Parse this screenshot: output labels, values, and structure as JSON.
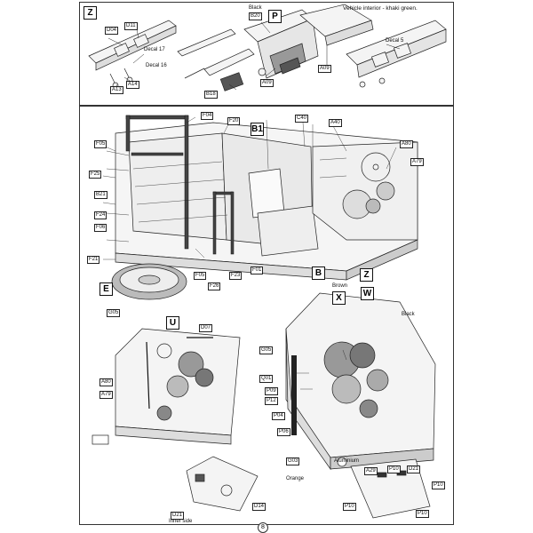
{
  "header": {
    "note": "Vehicle interior - khaki green."
  },
  "steps": {
    "z_top": "Z",
    "p": "P",
    "b1": "B1",
    "b": "B",
    "z": "Z",
    "e": "E",
    "u": "U",
    "x": "X",
    "w": "W"
  },
  "top_labels": {
    "d11": "D11",
    "d04": "D04",
    "decal17": "Decal 17",
    "decal16": "Decal 16",
    "a14": "A14",
    "a13": "A13",
    "black": "Black",
    "b20": "B20",
    "b18": "B18",
    "a09_mid": "A09",
    "a09_right": "A09",
    "decal5": "Decal 5"
  },
  "main_labels": {
    "f04": "F04",
    "f20": "F20",
    "c40": "C40",
    "a40": "A40",
    "a80_top": "A80",
    "a79_top": "A79",
    "f05_left": "F05",
    "f25": "F25",
    "b21": "B21",
    "f24": "F24",
    "f06": "F06",
    "f21": "F21",
    "f05_bottom": "F05",
    "f26": "F26",
    "f23": "F23",
    "f01": "F01",
    "g05_wheel": "G05",
    "d07": "D07",
    "a80_low": "A80",
    "a79_low": "A79",
    "brown": "Brown",
    "black_r": "Black",
    "g05_r": "G05",
    "q01": "Q01",
    "p09": "P09",
    "p12": "P12",
    "p04": "P04",
    "p06": "P06",
    "g03": "G03",
    "orange": "Orange",
    "aluminium": "Aluminium",
    "a29": "A29",
    "p10_a": "P10",
    "d21_r": "D21",
    "p10_b": "P10",
    "p10_c": "P10",
    "p10_d": "P10",
    "d21_low": "D21",
    "inner_side": "Inner side",
    "d14": "D14"
  },
  "footer": {
    "page_number": "8"
  }
}
